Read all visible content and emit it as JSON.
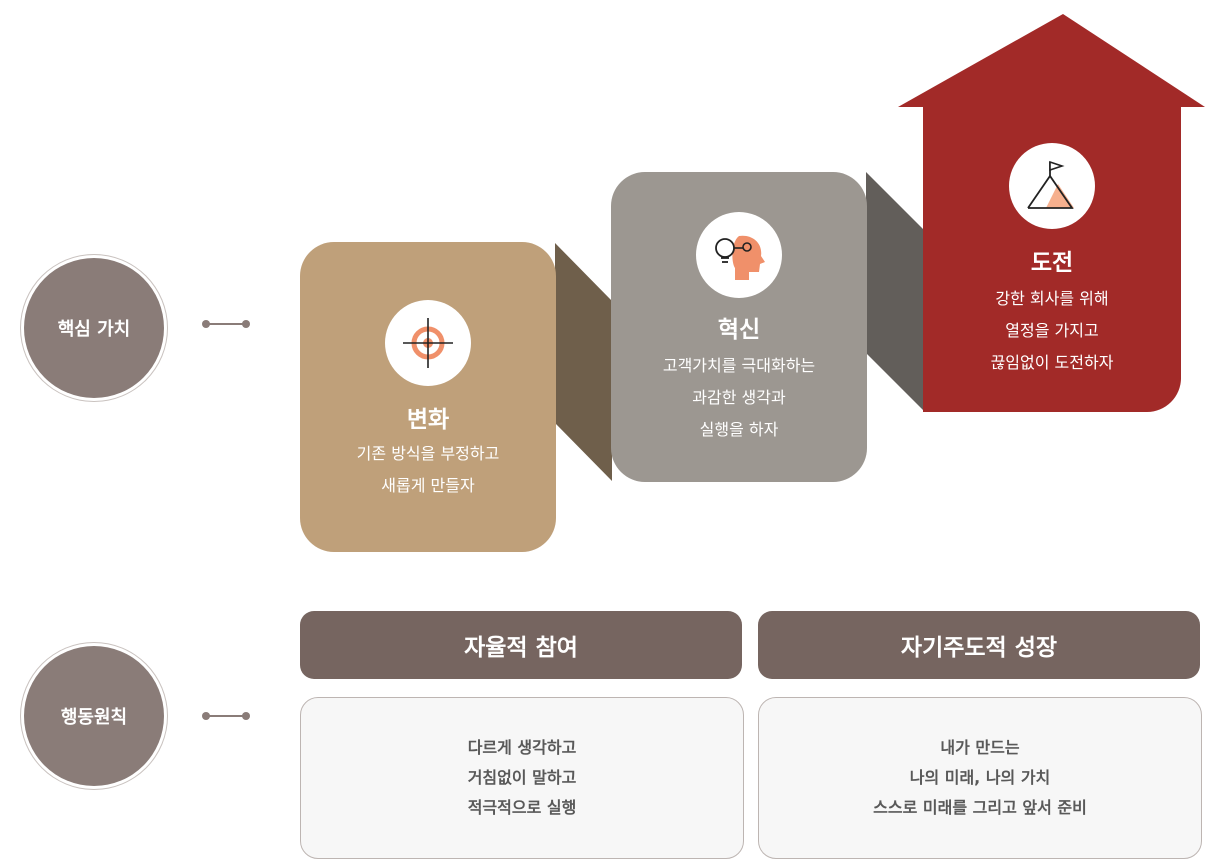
{
  "core_values": {
    "label": "핵심 가치",
    "items": [
      {
        "title": "변화",
        "description": "기존 방식을 부정하고\n새롭게 만들자",
        "icon": "target-icon"
      },
      {
        "title": "혁신",
        "description": "고객가치를 극대화하는\n과감한 생각과\n실행을 하자",
        "icon": "idea-head-icon"
      },
      {
        "title": "도전",
        "description": "강한 회사를 위해\n열정을 가지고\n끊임없이 도전하자",
        "icon": "mountain-flag-icon"
      }
    ]
  },
  "action_principles": {
    "label": "행동원칙",
    "items": [
      {
        "title": "자율적 참여",
        "description": "다르게 생각하고\n거침없이 말하고\n적극적으로 실행"
      },
      {
        "title": "자기주도적 성장",
        "description": "내가 만드는\n나의 미래, 나의 가치\n스스로 미래를 그리고  앞서 준비"
      }
    ]
  },
  "colors": {
    "change": "#bfa07a",
    "innovation": "#9c9791",
    "challenge": "#a22a28",
    "label_circle": "#8a7c78",
    "banner": "#766560"
  }
}
